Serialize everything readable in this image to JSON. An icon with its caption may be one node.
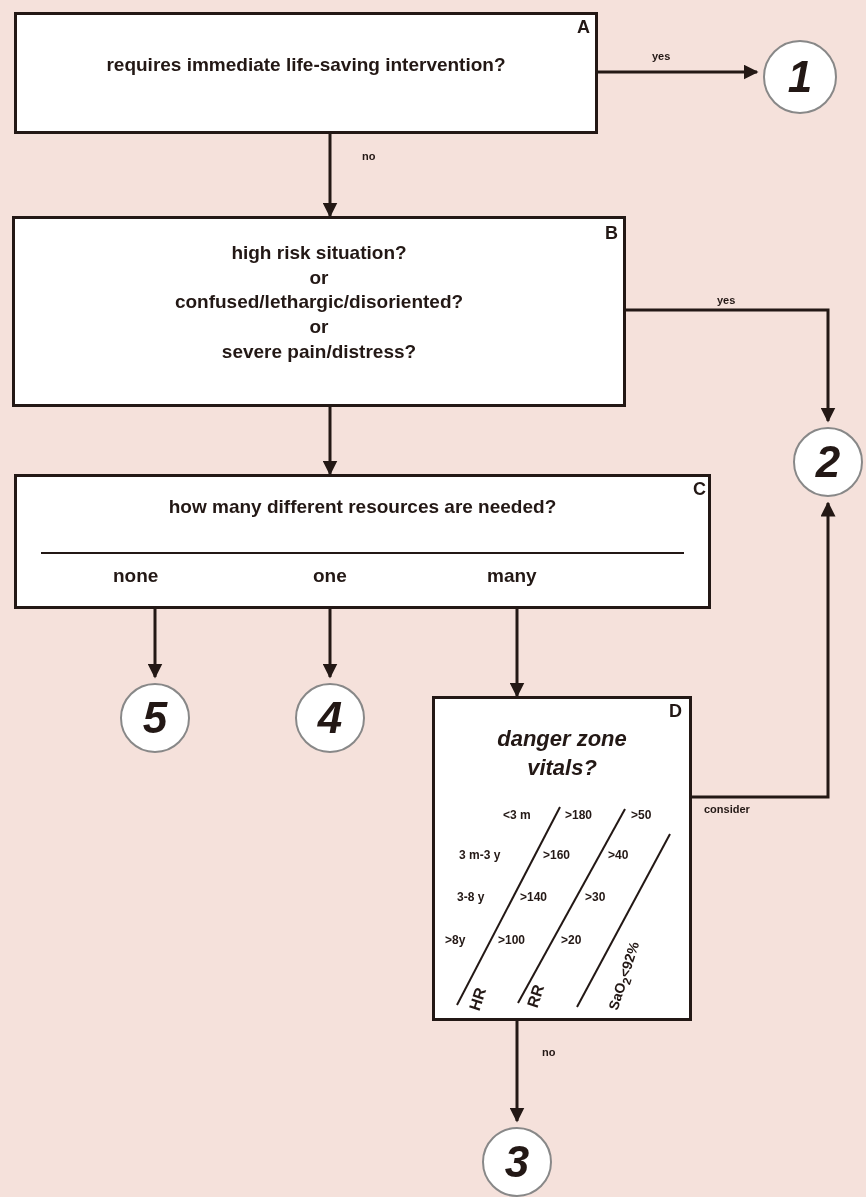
{
  "diagram": {
    "nodes": [
      {
        "text": [
          "requires immediate life-saving intervention?",
          "A"
        ]
      },
      {
        "text": [
          "1"
        ]
      },
      {
        "text": [
          "high risk situation?",
          "or",
          "confused/lethargic/disoriented?",
          "or",
          "severe pain/distress?",
          "B"
        ]
      },
      {
        "text": [
          "2"
        ]
      },
      {
        "text": [
          "how many different resources are needed?",
          "none",
          "one",
          "many",
          "C"
        ]
      },
      {
        "text": [
          "5"
        ]
      },
      {
        "text": [
          "4"
        ]
      },
      {
        "text": [
          "danger zone vitals?",
          "D",
          "<3 m",
          ">180",
          ">50",
          "3 m-3 y",
          ">160",
          ">40",
          "3-8 y",
          ">140",
          ">30",
          ">8y",
          ">100",
          ">20",
          "HR",
          "RR",
          "SaO$_{2}$<92%"
        ]
      },
      {
        "text": [
          "3"
        ]
      }
    ],
    "edges": [
      {
        "from": 0,
        "to": 1,
        "arrow": "to",
        "label": "yes"
      },
      {
        "from": 0,
        "to": 2,
        "arrow": "to",
        "label": "no"
      },
      {
        "from": 2,
        "to": 3,
        "arrow": "to",
        "label": "yes"
      },
      {
        "from": 2,
        "to": 4,
        "arrow": "to"
      },
      {
        "from": 4,
        "to": 5,
        "arrow": "to"
      },
      {
        "from": 4,
        "to": 6,
        "arrow": "to"
      },
      {
        "from": 4,
        "to": 7,
        "arrow": "to"
      },
      {
        "from": 7,
        "to": 3,
        "arrow": "to",
        "label": "consider"
      },
      {
        "from": 7,
        "to": 8,
        "arrow": "to",
        "label": "no"
      }
    ]
  }
}
